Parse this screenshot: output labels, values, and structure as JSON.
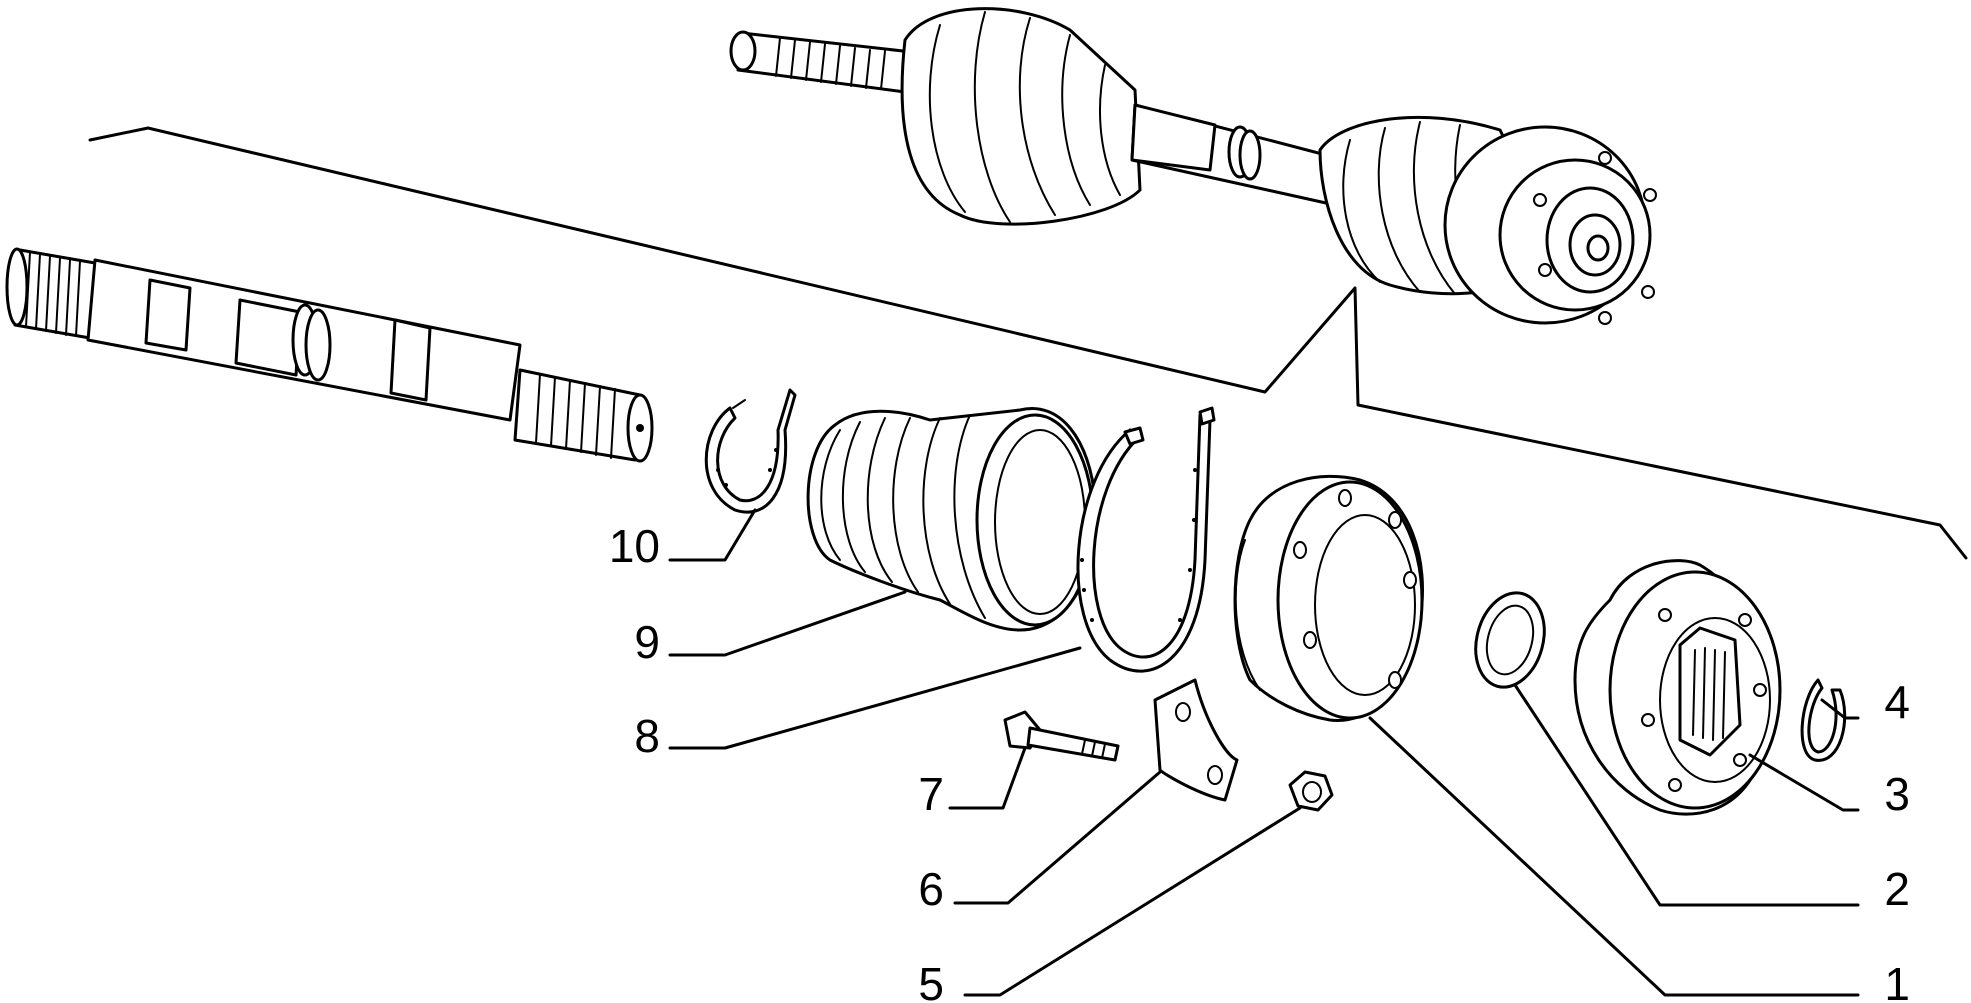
{
  "figure": {
    "callouts": [
      {
        "num": "1",
        "part": "flange-cover"
      },
      {
        "num": "2",
        "part": "washer"
      },
      {
        "num": "3",
        "part": "joint-housing"
      },
      {
        "num": "4",
        "part": "circlip"
      },
      {
        "num": "5",
        "part": "nut"
      },
      {
        "num": "6",
        "part": "plate"
      },
      {
        "num": "7",
        "part": "bolt"
      },
      {
        "num": "8",
        "part": "large-clamp"
      },
      {
        "num": "9",
        "part": "boot"
      },
      {
        "num": "10",
        "part": "small-clamp"
      }
    ]
  }
}
